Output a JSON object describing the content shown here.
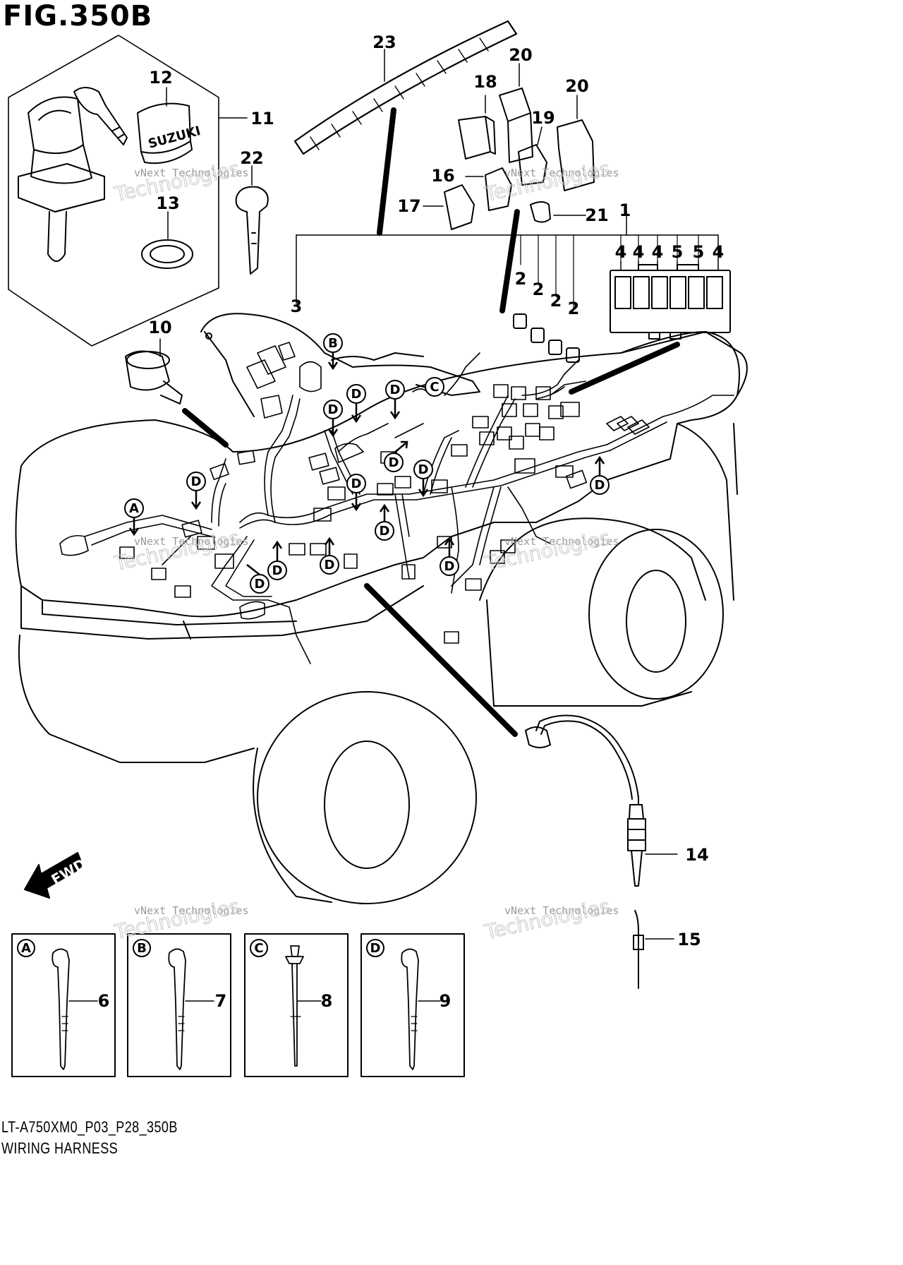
{
  "figure": {
    "title": "FIG.350B"
  },
  "caption": {
    "code": "LT-A750XM0_P03_P28_350B",
    "name": "WIRING HARNESS"
  },
  "direction": {
    "label": "FWD"
  },
  "watermark": {
    "line1": "vNext",
    "line2": "vNext Technologies",
    "line3": "Technologies"
  },
  "callouts": [
    {
      "id": "c1",
      "label": "1"
    },
    {
      "id": "c2a",
      "label": "2"
    },
    {
      "id": "c2b",
      "label": "2"
    },
    {
      "id": "c2c",
      "label": "2"
    },
    {
      "id": "c2d",
      "label": "2"
    },
    {
      "id": "c3",
      "label": "3"
    },
    {
      "id": "c4a",
      "label": "4"
    },
    {
      "id": "c4b",
      "label": "4"
    },
    {
      "id": "c4c",
      "label": "4"
    },
    {
      "id": "c5a",
      "label": "5"
    },
    {
      "id": "c5b",
      "label": "5"
    },
    {
      "id": "c4d",
      "label": "4"
    },
    {
      "id": "c6",
      "label": "6"
    },
    {
      "id": "c7",
      "label": "7"
    },
    {
      "id": "c8",
      "label": "8"
    },
    {
      "id": "c9",
      "label": "9"
    },
    {
      "id": "c10",
      "label": "10"
    },
    {
      "id": "c11",
      "label": "11"
    },
    {
      "id": "c12",
      "label": "12"
    },
    {
      "id": "c13",
      "label": "13"
    },
    {
      "id": "c14",
      "label": "14"
    },
    {
      "id": "c15",
      "label": "15"
    },
    {
      "id": "c16",
      "label": "16"
    },
    {
      "id": "c17",
      "label": "17"
    },
    {
      "id": "c18",
      "label": "18"
    },
    {
      "id": "c19",
      "label": "19"
    },
    {
      "id": "c20a",
      "label": "20"
    },
    {
      "id": "c20b",
      "label": "20"
    },
    {
      "id": "c21",
      "label": "21"
    },
    {
      "id": "c22",
      "label": "22"
    },
    {
      "id": "c23",
      "label": "23"
    }
  ],
  "detail_boxes": [
    {
      "letter": "A",
      "part": "6"
    },
    {
      "letter": "B",
      "part": "7"
    },
    {
      "letter": "C",
      "part": "8"
    },
    {
      "letter": "D",
      "part": "9"
    }
  ],
  "clamp_markers": {
    "A": "A",
    "B": "B",
    "C": "C",
    "D": "D"
  }
}
